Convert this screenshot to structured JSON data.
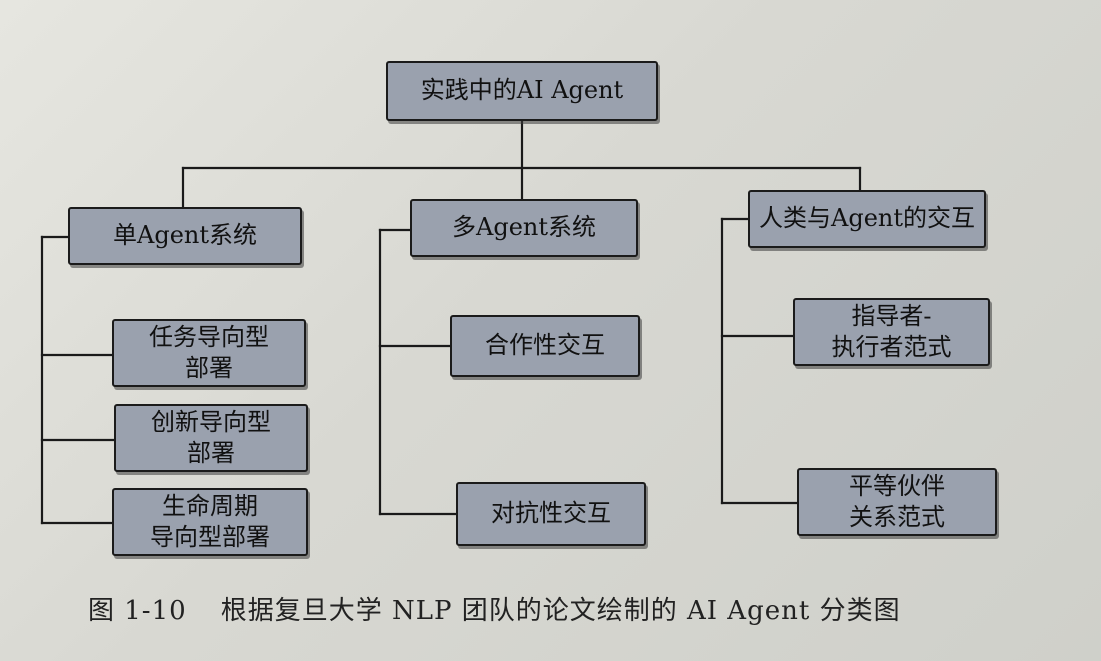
{
  "diagram": {
    "root": "实践中的AI Agent",
    "categories": [
      {
        "label": "单Agent系统",
        "children": [
          "任务导向型\n部署",
          "创新导向型\n部署",
          "生命周期\n导向型部署"
        ]
      },
      {
        "label": "多Agent系统",
        "children": [
          "合作性交互",
          "对抗性交互"
        ]
      },
      {
        "label": "人类与Agent的交互",
        "children": [
          "指导者-\n执行者范式",
          "平等伙伴\n关系范式"
        ]
      }
    ]
  },
  "caption": {
    "number": "图 1-10",
    "text": "根据复旦大学 NLP 团队的论文绘制的 AI Agent 分类图"
  },
  "colors": {
    "box_fill": "#9aa1ae",
    "box_border": "#1b1b1b",
    "line": "#1a1a1a"
  }
}
